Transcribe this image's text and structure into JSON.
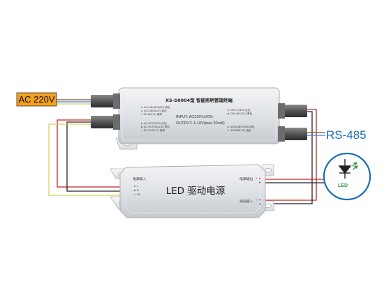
{
  "ac_input": {
    "label": "AC 220V",
    "background": "#f4a020"
  },
  "controller": {
    "title": "XS-S0004型  智能照明管理终端",
    "input_spec": "INPUT: AC220V±20%",
    "output_spec": "OUTPUT: 1-10V(max 20mA)",
    "left_terminals": [
      "AC1-IN(BROWN) 棕色",
      "AC2-IN(BLUE) 蓝色",
      "PE-IN(L/Y) 黄绿",
      "AC-OUT(RED) 红色",
      "AC-OUT(BLACK) 黑色",
      "PE-OUT(L/Y) 黄绿"
    ],
    "right_terminals": [
      "DIM+(RED) 红色",
      "DIM-(BLACK) 黑色",
      "485A(BROWN) 棕色",
      "485B(BLUE) 蓝色"
    ]
  },
  "driver": {
    "title": "LED 驱动电源",
    "input_label": "电源输入",
    "input_terminals": [
      "L",
      "N",
      "PE"
    ],
    "output_label": "电源输出",
    "output_terminals": [
      "+",
      "-"
    ],
    "dim_label": "调光输入",
    "dim_terminals": [
      "+",
      "-"
    ]
  },
  "bus_label": "RS-485",
  "led_label": "LED",
  "colors": {
    "wire_brown": "#8b4513",
    "wire_blue": "#3a7fd9",
    "wire_yellow_green": "#d8d060",
    "wire_red": "#cc2222",
    "wire_black": "#222222",
    "accent": "#1a6fb5",
    "led_green": "#2e9b3e"
  }
}
